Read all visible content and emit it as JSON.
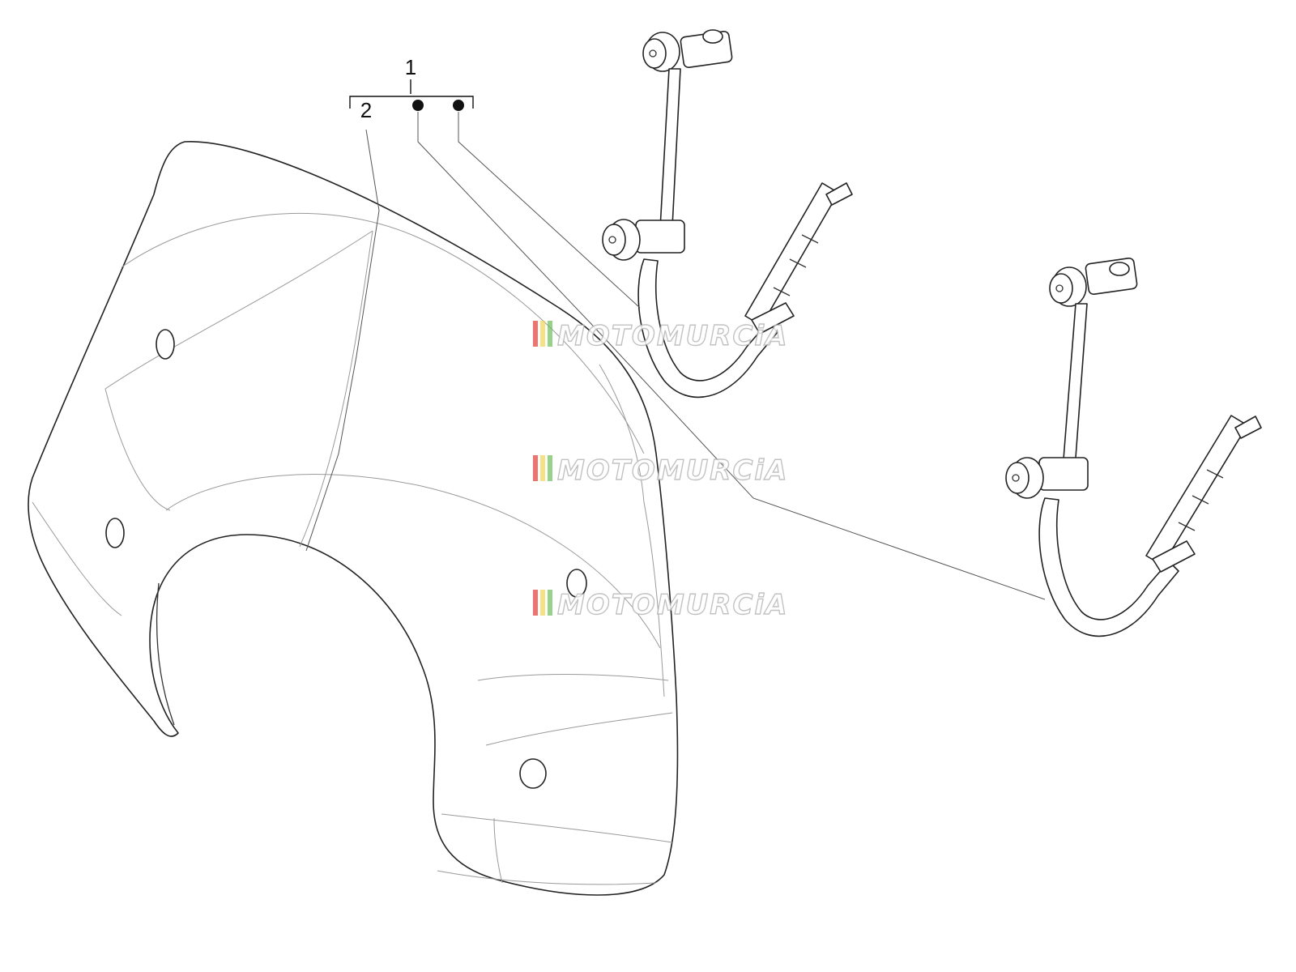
{
  "callouts": {
    "assembly": "1",
    "windshield": "2"
  },
  "watermark": {
    "text": "MOTOMURCiA",
    "stripe_colors": [
      "#e53935",
      "#f2d64b",
      "#6bbf59"
    ]
  },
  "icons": {
    "windshield": "windshield-icon",
    "bracket": "bracket-icon",
    "bullet": "bullet-dot-icon"
  },
  "colors": {
    "line": "#222222",
    "guide": "#9a9a9a",
    "background": "#ffffff"
  }
}
